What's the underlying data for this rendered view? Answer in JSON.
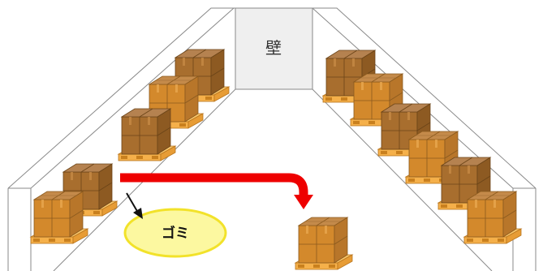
{
  "labels": {
    "wall": "壁",
    "trash": "ゴミ"
  },
  "colors": {
    "outline": "#8a8a8a",
    "wall_fill": "#efefef",
    "box_dark": "#a86e2e",
    "box_light": "#d3892c",
    "pallet": "#f5b04a",
    "arrow": "#ee0000",
    "ellipse_fill": "#fcf8a0",
    "ellipse_stroke": "#f2e22a"
  },
  "icons": {
    "boxes": "pallet-boxes-icon",
    "arrow": "red-bent-arrow",
    "pointer": "black-pointer-arrow"
  }
}
